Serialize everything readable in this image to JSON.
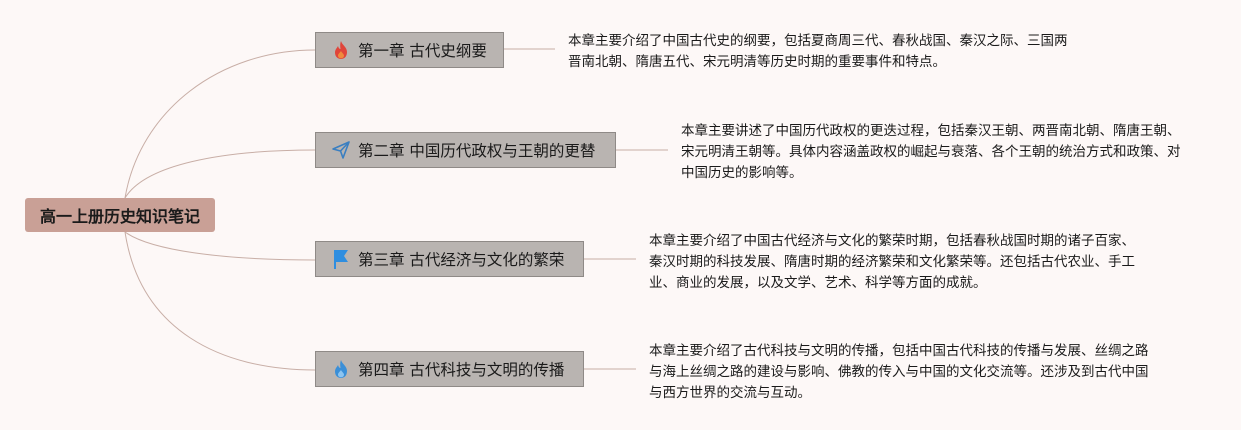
{
  "root": {
    "title": "高一上册历史知识笔记"
  },
  "chapters": [
    {
      "title": "第一章 古代史纲要",
      "icon": "fire-icon",
      "icon_color": "#e0453a",
      "description": "本章主要介绍了中国古代史的纲要，包括夏商周三代、春秋战国、秦汉之际、三国两晋南北朝、隋唐五代、宋元明清等历史时期的重要事件和特点。"
    },
    {
      "title": "第二章 中国历代政权与王朝的更替",
      "icon": "paper-plane-icon",
      "icon_color": "#3a7fc1",
      "description": "本章主要讲述了中国历代政权的更迭过程，包括秦汉王朝、两晋南北朝、隋唐王朝、宋元明清王朝等。具体内容涵盖政权的崛起与衰落、各个王朝的统治方式和政策、对中国历史的影响等。"
    },
    {
      "title": "第三章 古代经济与文化的繁荣",
      "icon": "flag-icon",
      "icon_color": "#2f8ee0",
      "description": "本章主要介绍了中国古代经济与文化的繁荣时期，包括春秋战国时期的诸子百家、秦汉时期的科技发展、隋唐时期的经济繁荣和文化繁荣等。还包括古代农业、手工业、商业的发展，以及文学、艺术、科学等方面的成就。"
    },
    {
      "title": "第四章 古代科技与文明的传播",
      "icon": "flame-icon",
      "icon_color": "#3a8fd8",
      "description": "本章主要介绍了古代科技与文明的传播，包括中国古代科技的传播与发展、丝绸之路与海上丝绸之路的建设与影响、佛教的传入与中国的文化交流等。还涉及到古代中国与西方世界的交流与互动。"
    }
  ],
  "colors": {
    "background": "#fdf8f7",
    "root_fill": "#c9a096",
    "chapter_fill": "#b9b4b1",
    "connector": "#c8aea6"
  }
}
